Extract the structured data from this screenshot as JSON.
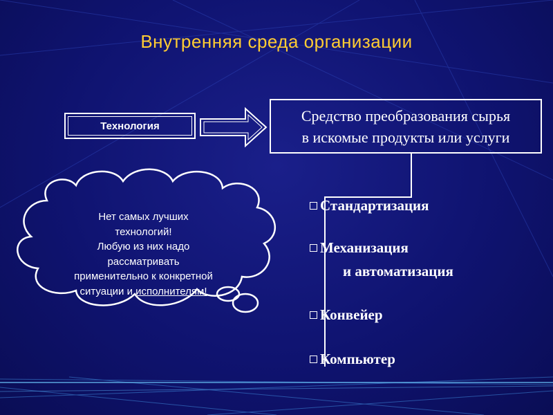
{
  "slide": {
    "title": "Внутренняя среда организации",
    "technology_label": "Технология",
    "definition": [
      "Средство преобразования сырья",
      "в искомые продукты или услуги"
    ],
    "cloud_lines": [
      "Нет самых лучших",
      "технологий!",
      "Любую из них надо",
      "рассматривать",
      "применительно к конкретной"
    ],
    "cloud_last_prefix": "ситуации и ",
    "cloud_last_underlined": "исполнителям!",
    "list": [
      {
        "label": "Стандартизация"
      },
      {
        "label": "Механизация",
        "continuation": "и автоматизация"
      },
      {
        "label": "Конвейер"
      },
      {
        "label": "Компьютер"
      }
    ]
  },
  "colors": {
    "background": "#0f1370",
    "title": "#ffcc33",
    "text": "#ffffff"
  }
}
